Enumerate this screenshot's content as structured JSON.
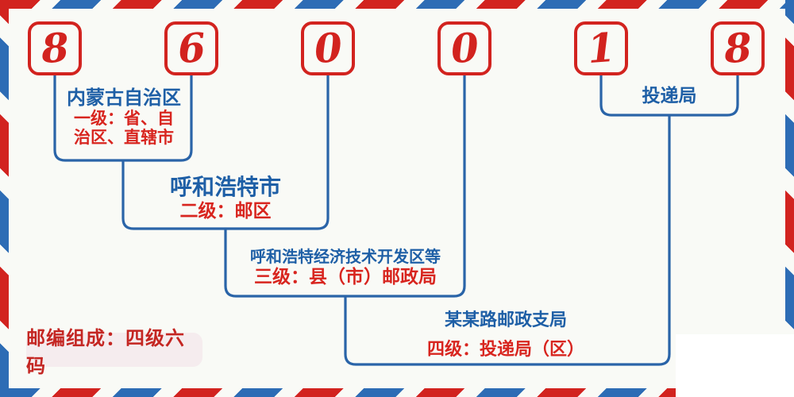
{
  "diagram": {
    "title_semantic": "邮政编码结构示意图",
    "postcode": {
      "digits": [
        "8",
        "6",
        "0",
        "0",
        "1",
        "8"
      ]
    },
    "levels": {
      "level1": {
        "name": "内蒙古自治区",
        "desc_line1": "一级：省、自",
        "desc_line2": "治区、直辖市"
      },
      "level2": {
        "name": "呼和浩特市",
        "desc": "二级：邮区"
      },
      "level3": {
        "name": "呼和浩特经济技术开发区等",
        "desc": "三级：县（市）邮政局"
      },
      "level4": {
        "name": "某某路邮政支局",
        "desc": "四级：投递局（区）"
      },
      "delivery_bureau": {
        "label": "投递局"
      }
    },
    "footer": {
      "label": "邮编组成：四级六码"
    },
    "colors": {
      "red": "#d2231f",
      "text_blue": "#1e5fa6",
      "line_blue": "#2a64a8",
      "stripe_red": "#d2231f",
      "stripe_blue": "#2d6cb5",
      "footer_bg": "#f5ecee",
      "background": "#f9faf6"
    }
  }
}
